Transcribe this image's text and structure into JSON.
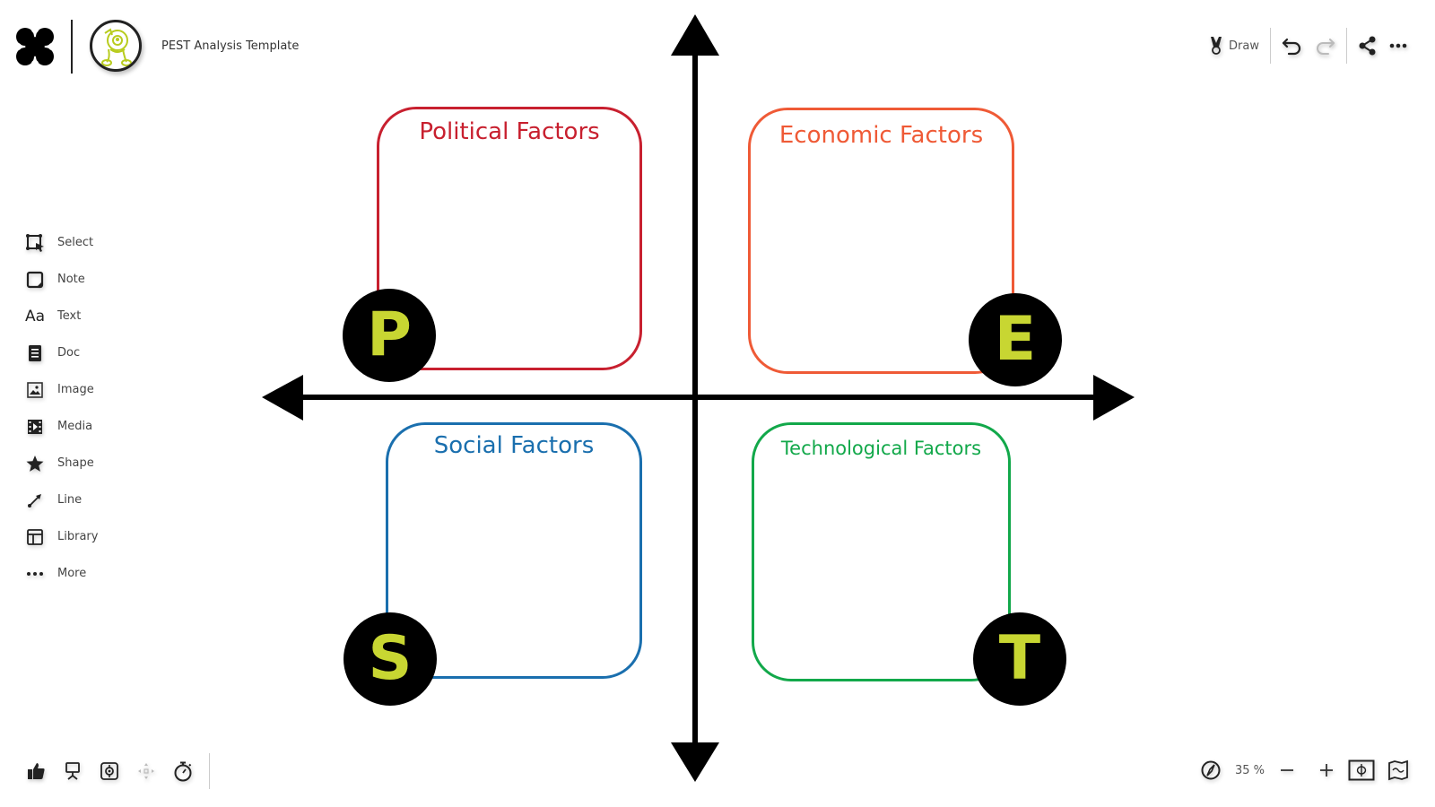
{
  "header": {
    "app_logo": "four-dot-logo",
    "board_title": "PEST Analysis Template",
    "avatar": "board-avatar"
  },
  "top_toolbar": {
    "draw_label": "Draw",
    "undo": "undo",
    "redo": "redo",
    "share": "share",
    "more": "more"
  },
  "left_toolbar": {
    "items": [
      {
        "label": "Select",
        "icon": "select-icon"
      },
      {
        "label": "Note",
        "icon": "note-icon"
      },
      {
        "label": "Text",
        "icon": "text-icon",
        "glyph": "Aa"
      },
      {
        "label": "Doc",
        "icon": "doc-icon"
      },
      {
        "label": "Image",
        "icon": "image-icon"
      },
      {
        "label": "Media",
        "icon": "media-icon"
      },
      {
        "label": "Shape",
        "icon": "star-icon"
      },
      {
        "label": "Line",
        "icon": "line-icon"
      },
      {
        "label": "Library",
        "icon": "library-icon"
      },
      {
        "label": "More",
        "icon": "ellipsis-icon"
      }
    ]
  },
  "bottom_left": {
    "buttons": [
      "thumbs-up",
      "presentation",
      "focus-target",
      "move-arrows",
      "timer"
    ]
  },
  "bottom_right": {
    "zoom_level": "35 %",
    "buttons": [
      "compass",
      "zoom-out",
      "zoom-in",
      "fit-screen",
      "minimap"
    ]
  },
  "diagram": {
    "axes_color": "#000000",
    "quadrants": [
      {
        "id": "political",
        "title": "Political Factors",
        "letter": "P",
        "color": "#c8202f"
      },
      {
        "id": "economic",
        "title": "Economic Factors",
        "letter": "E",
        "color": "#ef5a36"
      },
      {
        "id": "social",
        "title": "Social Factors",
        "letter": "S",
        "color": "#1a6fae"
      },
      {
        "id": "technological",
        "title": "Technological Factors",
        "letter": "T",
        "color": "#12a84a"
      }
    ],
    "badge_bg": "#000000",
    "badge_letter_color": "#c8d632"
  }
}
